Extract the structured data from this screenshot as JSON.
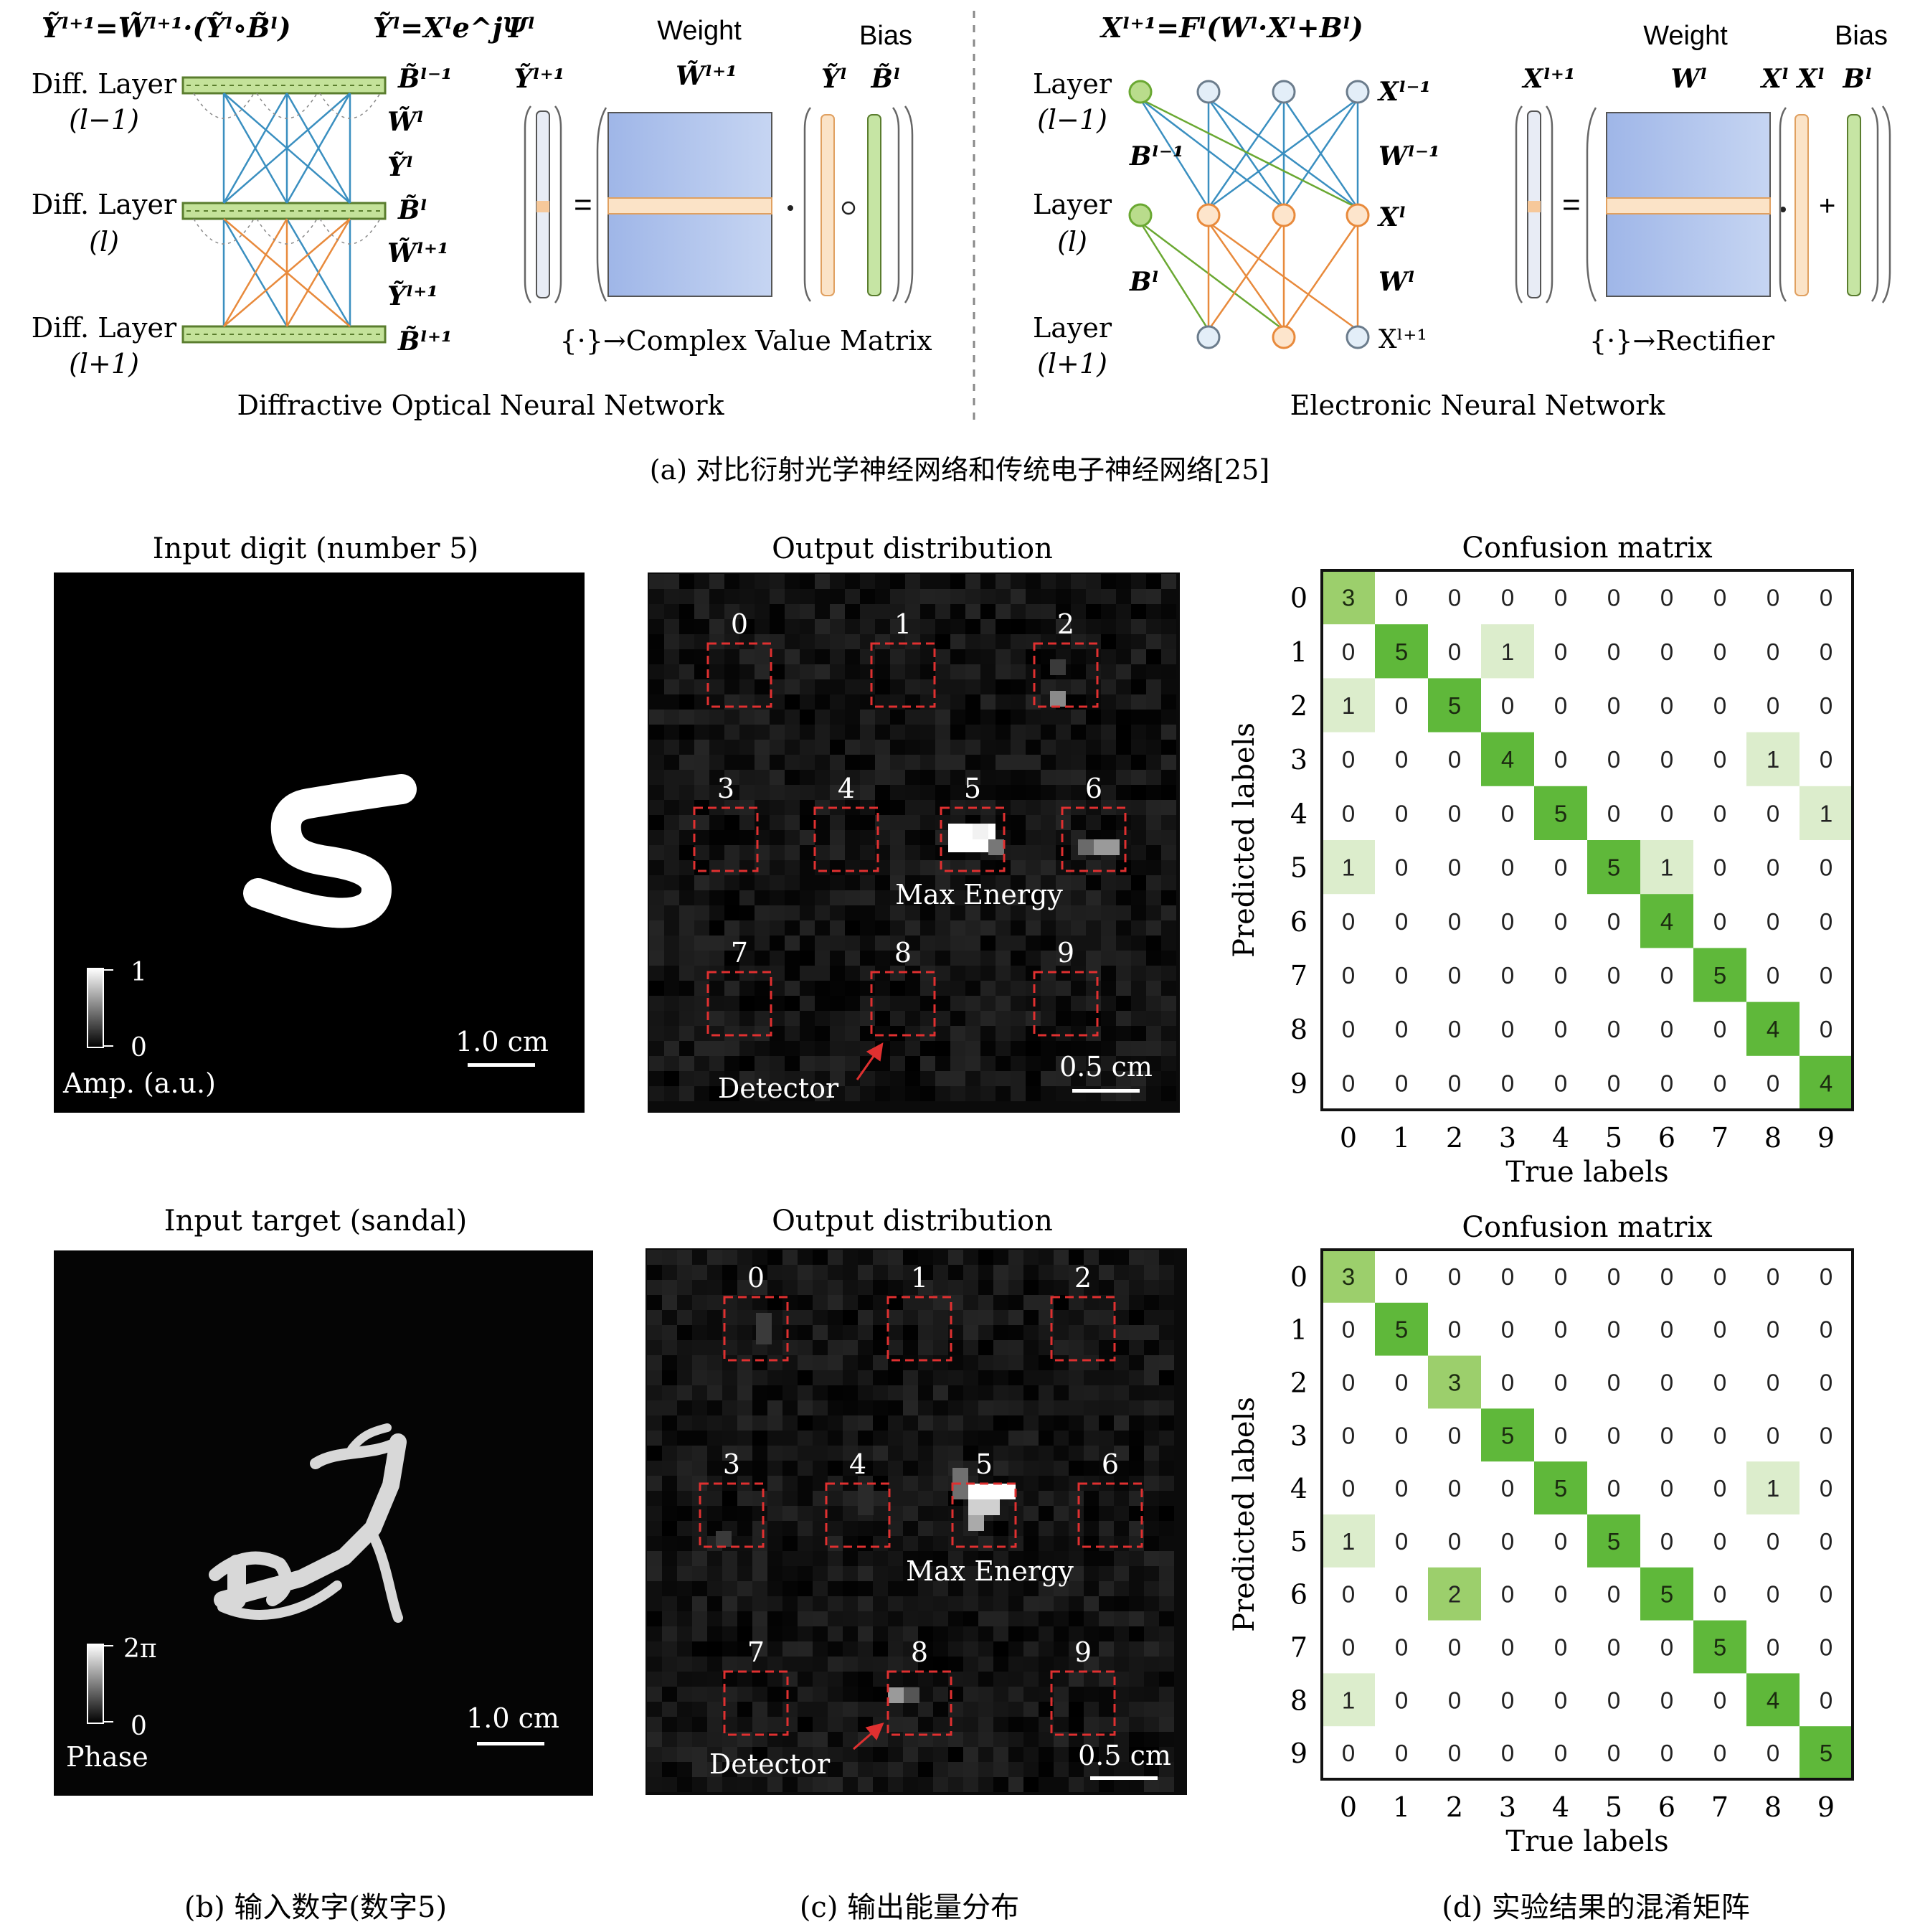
{
  "panel_a": {
    "caption": "(a) 对比衍射光学神经网络和传统电子神经网络[25]",
    "donn": {
      "eq1": "Ỹˡ⁺¹=W̃ˡ⁺¹·(Ỹˡ∘B̃ˡ)",
      "eq2": "Ỹˡ=Xˡe^jΨˡ",
      "layer_labels": [
        "Diff. Layer",
        "(l−1)",
        "Diff. Layer",
        "(l)",
        "Diff. Layer",
        "(l+1)"
      ],
      "side_labels": [
        "B̃ˡ⁻¹",
        "W̃ˡ",
        "Ỹˡ",
        "B̃ˡ",
        "W̃ˡ⁺¹",
        "Ỹˡ⁺¹",
        "B̃ˡ⁺¹"
      ],
      "matrix_heads": [
        "Weight",
        "Bias"
      ],
      "matrix_symbols": [
        "Ỹˡ⁺¹",
        "W̃ˡ⁺¹",
        "Ỹˡ",
        "B̃ˡ"
      ],
      "note": "{·}→Complex Value Matrix",
      "title": "Diffractive Optical Neural Network"
    },
    "enn": {
      "eq": "Xˡ⁺¹=Fˡ(Wˡ·Xˡ+Bˡ)",
      "layer_labels": [
        "Layer",
        "(l−1)",
        "Layer",
        "(l)",
        "Layer",
        "(l+1)"
      ],
      "left_labels": [
        "Bˡ⁻¹",
        "Bˡ"
      ],
      "right_labels": [
        "Xˡ⁻¹",
        "Wˡ⁻¹",
        "Xˡ",
        "Wˡ",
        "Xˡ⁺¹"
      ],
      "matrix_heads": [
        "Weight",
        "Bias"
      ],
      "matrix_symbols": [
        "Xˡ⁺¹",
        "Wˡ",
        "Xˡ",
        "Xˡ",
        "Bˡ"
      ],
      "note": "{·}→Rectifier",
      "title": "Electronic Neural Network"
    }
  },
  "row1": {
    "input_title": "Input digit (number 5)",
    "colorbar": {
      "max": "1",
      "min": "0",
      "label": "Amp. (a.u.)"
    },
    "input_scale": "1.0 cm",
    "output_title": "Output distribution",
    "detector_numbers": [
      "0",
      "1",
      "2",
      "3",
      "4",
      "5",
      "6",
      "7",
      "8",
      "9"
    ],
    "max_energy": "Max Energy",
    "detector_label": "Detector",
    "output_scale": "0.5 cm"
  },
  "row2": {
    "input_title": "Input target (sandal)",
    "colorbar": {
      "max": "2π",
      "min": "0",
      "label": "Phase"
    },
    "input_scale": "1.0 cm",
    "output_title": "Output distribution",
    "detector_numbers": [
      "0",
      "1",
      "2",
      "3",
      "4",
      "5",
      "6",
      "7",
      "8",
      "9"
    ],
    "max_energy": "Max Energy",
    "detector_label": "Detector",
    "output_scale": "0.5 cm"
  },
  "captions": {
    "b": "(b) 输入数字(数字5)",
    "c": "(c) 输出能量分布",
    "d": "(d) 实验结果的混淆矩阵"
  },
  "chart_data": [
    {
      "type": "heatmap",
      "title": "Confusion matrix",
      "xlabel": "True labels",
      "ylabel": "Predicted labels",
      "x": [
        "0",
        "1",
        "2",
        "3",
        "4",
        "5",
        "6",
        "7",
        "8",
        "9"
      ],
      "y": [
        "0",
        "1",
        "2",
        "3",
        "4",
        "5",
        "6",
        "7",
        "8",
        "9"
      ],
      "values": [
        [
          3,
          0,
          0,
          0,
          0,
          0,
          0,
          0,
          0,
          0
        ],
        [
          0,
          5,
          0,
          1,
          0,
          0,
          0,
          0,
          0,
          0
        ],
        [
          1,
          0,
          5,
          0,
          0,
          0,
          0,
          0,
          0,
          0
        ],
        [
          0,
          0,
          0,
          4,
          0,
          0,
          0,
          0,
          1,
          0
        ],
        [
          0,
          0,
          0,
          0,
          5,
          0,
          0,
          0,
          0,
          1
        ],
        [
          1,
          0,
          0,
          0,
          0,
          5,
          1,
          0,
          0,
          0
        ],
        [
          0,
          0,
          0,
          0,
          0,
          0,
          4,
          0,
          0,
          0
        ],
        [
          0,
          0,
          0,
          0,
          0,
          0,
          0,
          5,
          0,
          0
        ],
        [
          0,
          0,
          0,
          0,
          0,
          0,
          0,
          0,
          4,
          0
        ],
        [
          0,
          0,
          0,
          0,
          0,
          0,
          0,
          0,
          0,
          4
        ]
      ],
      "colors": {
        "high": "#5fb83a",
        "mid": "#9ccf6c",
        "low": "#dcedcc"
      }
    },
    {
      "type": "heatmap",
      "title": "Confusion matrix",
      "xlabel": "True labels",
      "ylabel": "Predicted labels",
      "x": [
        "0",
        "1",
        "2",
        "3",
        "4",
        "5",
        "6",
        "7",
        "8",
        "9"
      ],
      "y": [
        "0",
        "1",
        "2",
        "3",
        "4",
        "5",
        "6",
        "7",
        "8",
        "9"
      ],
      "values": [
        [
          3,
          0,
          0,
          0,
          0,
          0,
          0,
          0,
          0,
          0
        ],
        [
          0,
          5,
          0,
          0,
          0,
          0,
          0,
          0,
          0,
          0
        ],
        [
          0,
          0,
          3,
          0,
          0,
          0,
          0,
          0,
          0,
          0
        ],
        [
          0,
          0,
          0,
          5,
          0,
          0,
          0,
          0,
          0,
          0
        ],
        [
          0,
          0,
          0,
          0,
          5,
          0,
          0,
          0,
          1,
          0
        ],
        [
          1,
          0,
          0,
          0,
          0,
          5,
          0,
          0,
          0,
          0
        ],
        [
          0,
          0,
          2,
          0,
          0,
          0,
          5,
          0,
          0,
          0
        ],
        [
          0,
          0,
          0,
          0,
          0,
          0,
          0,
          5,
          0,
          0
        ],
        [
          1,
          0,
          0,
          0,
          0,
          0,
          0,
          0,
          4,
          0
        ],
        [
          0,
          0,
          0,
          0,
          0,
          0,
          0,
          0,
          0,
          5
        ]
      ],
      "colors": {
        "high": "#5fb83a",
        "mid": "#9ccf6c",
        "low": "#dcedcc"
      }
    }
  ]
}
